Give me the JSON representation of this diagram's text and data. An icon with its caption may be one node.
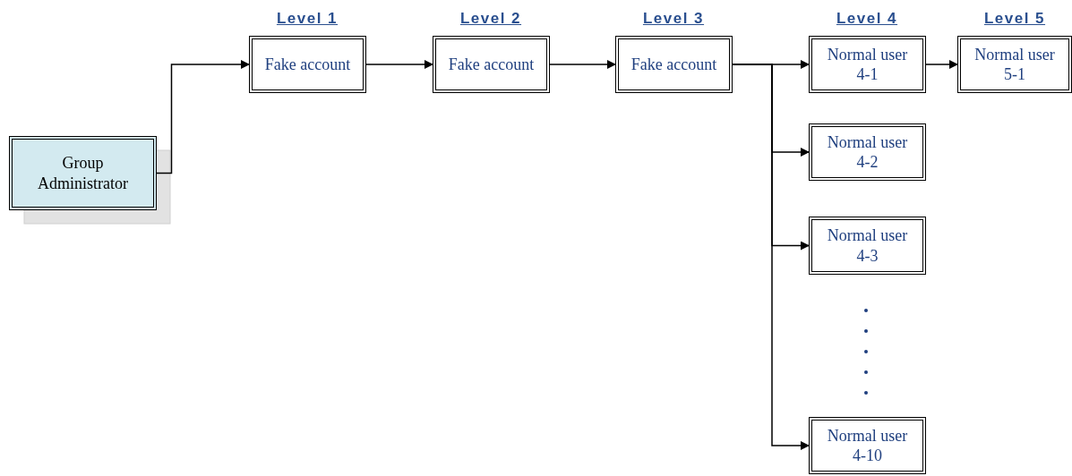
{
  "diagram": {
    "nodes": [
      {
        "text": [
          "Group Administrator"
        ]
      },
      {
        "text": [
          "Fake account"
        ]
      },
      {
        "text": [
          "Fake account"
        ]
      },
      {
        "text": [
          "Fake account"
        ]
      },
      {
        "text": [
          "Normal user 4-1"
        ]
      },
      {
        "text": [
          "Normal user 5-1"
        ]
      },
      {
        "text": [
          "Normal user 4-2"
        ]
      },
      {
        "text": [
          "Normal user 4-3"
        ]
      },
      {
        "text": [
          "Normal user 4-10"
        ]
      }
    ],
    "edges": [
      {
        "from": 0,
        "to": 1,
        "arrow": "to"
      },
      {
        "from": 1,
        "to": 2,
        "arrow": "to"
      },
      {
        "from": 2,
        "to": 3,
        "arrow": "to"
      },
      {
        "from": 3,
        "to": 4,
        "arrow": "to"
      },
      {
        "from": 3,
        "to": 6,
        "arrow": "to"
      },
      {
        "from": 3,
        "to": 7,
        "arrow": "to"
      },
      {
        "from": 3,
        "to": 8,
        "arrow": "to"
      },
      {
        "from": 4,
        "to": 5,
        "arrow": "to"
      }
    ],
    "labels": [
      "Level 1",
      "Level 2",
      "Level 3",
      "Level 4",
      "Level 5"
    ]
  }
}
